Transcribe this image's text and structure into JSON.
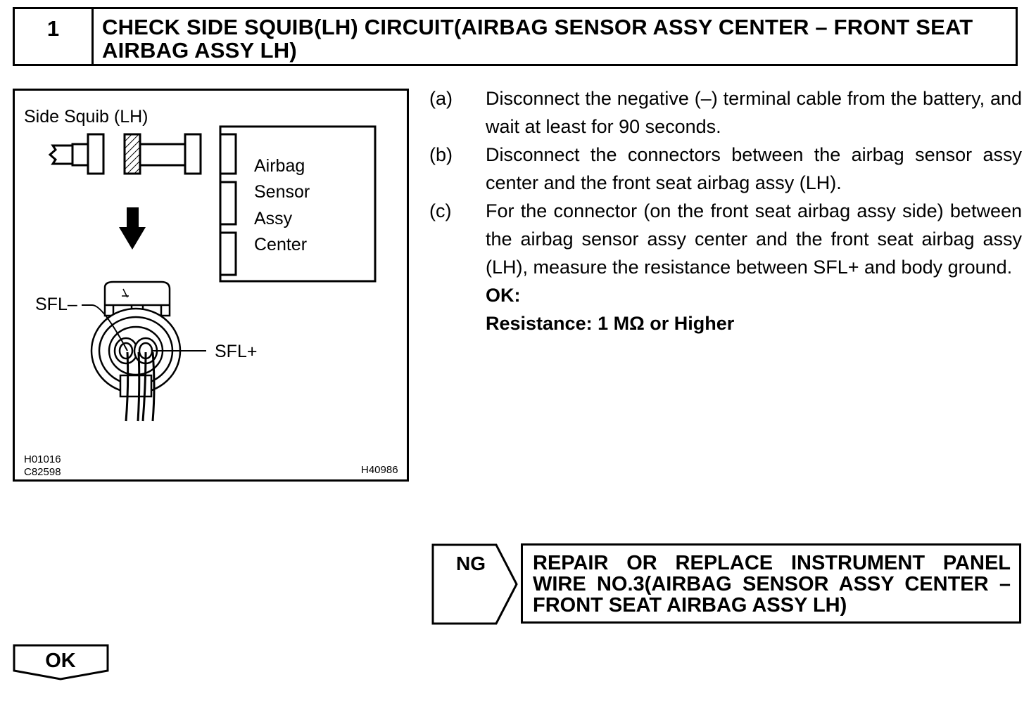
{
  "step": {
    "number": "1",
    "title": "CHECK SIDE SQUIB(LH) CIRCUIT(AIRBAG SENSOR ASSY CENTER – FRONT SEAT AIRBAG ASSY LH)"
  },
  "figure": {
    "side_squib_label": "Side Squib (LH)",
    "ecu_label_lines": [
      "Airbag",
      "Sensor",
      "Assy",
      "Center"
    ],
    "terminal_minus": "SFL–",
    "terminal_plus": "SFL+",
    "code_1": "H01016",
    "code_2": "C82598",
    "code_3": "H40986"
  },
  "procedure": {
    "steps": [
      {
        "label": "(a)",
        "text": "Disconnect the negative (–) terminal cable from the battery, and wait at least for 90 seconds."
      },
      {
        "label": "(b)",
        "text": "Disconnect the connectors between the airbag sensor assy center and the front seat airbag assy (LH)."
      },
      {
        "label": "(c)",
        "text": "For the connector (on the front seat airbag assy side) between the airbag sensor assy center and the front seat airbag assy (LH), measure the resistance between SFL+ and body ground."
      }
    ],
    "ok_heading": "OK:",
    "spec": "Resistance: 1 MΩ or Higher"
  },
  "results": {
    "ng_label": "NG",
    "ng_action": "REPAIR OR REPLACE INSTRUMENT PANEL WIRE NO.3(AIRBAG SENSOR ASSY CENTER – FRONT SEAT AIRBAG ASSY LH)",
    "ok_label": "OK"
  }
}
